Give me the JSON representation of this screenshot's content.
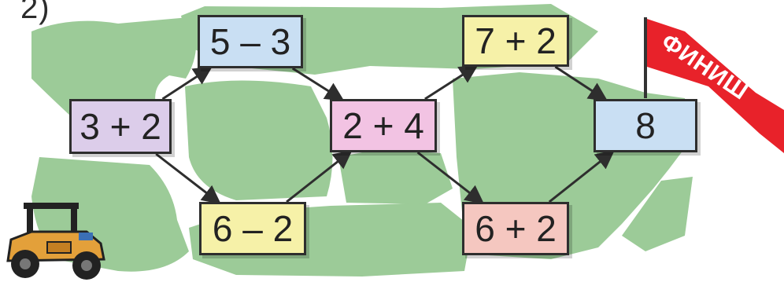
{
  "task_number": "2)",
  "nodes": [
    {
      "id": "n1",
      "label": "3 + 2",
      "color": "#dccdea"
    },
    {
      "id": "n2",
      "label": "5 – 3",
      "color": "#c9dff3"
    },
    {
      "id": "n3",
      "label": "6 – 2",
      "color": "#f6f1a8"
    },
    {
      "id": "n4",
      "label": "2 + 4",
      "color": "#f2c3e3"
    },
    {
      "id": "n5",
      "label": "7 + 2",
      "color": "#f6f1a8"
    },
    {
      "id": "n6",
      "label": "6 + 2",
      "color": "#f5c7c0"
    },
    {
      "id": "n7",
      "label": "8",
      "color": "#c9dff3"
    }
  ],
  "edges": [
    [
      "n1",
      "n2"
    ],
    [
      "n1",
      "n3"
    ],
    [
      "n2",
      "n4"
    ],
    [
      "n3",
      "n4"
    ],
    [
      "n4",
      "n5"
    ],
    [
      "n4",
      "n6"
    ],
    [
      "n5",
      "n7"
    ],
    [
      "n6",
      "n7"
    ]
  ],
  "flag": {
    "label": "ФИНИШ",
    "color": "#e8222a"
  },
  "colors": {
    "field": "#9ccb98",
    "path": "#ffffff",
    "edge": "#2e2e2e"
  },
  "decorations": {
    "car": "jeep-car-illustration"
  }
}
